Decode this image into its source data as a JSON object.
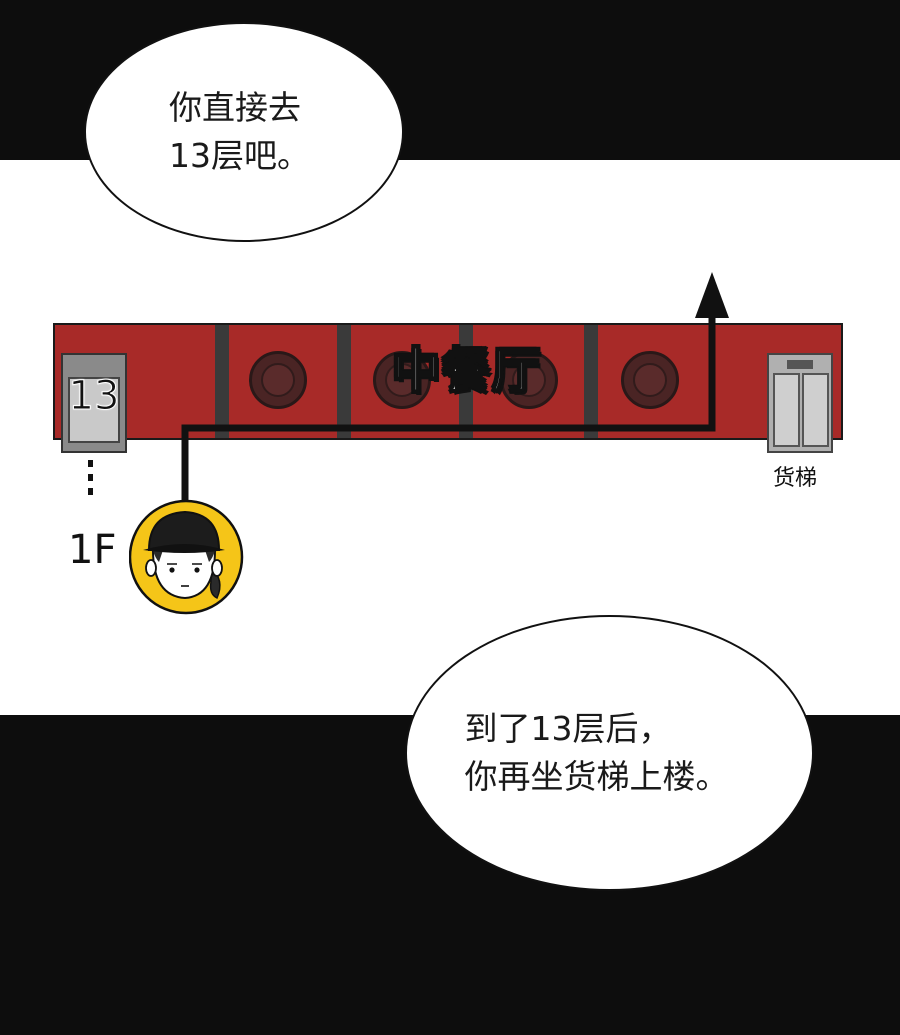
{
  "bubble_top": {
    "lines": [
      "你直接去",
      "13层吧。"
    ]
  },
  "bubble_bottom": {
    "lines": [
      "到了13层后，",
      "你再坐货梯上楼。"
    ]
  },
  "map": {
    "room_title": "中餐厅",
    "left_elevator_floor": "13",
    "cargo_elevator_label": "货梯",
    "start_floor_label": "1F"
  },
  "colors": {
    "floor_red": "#a82a28",
    "avatar_yellow": "#f5c518",
    "background_black": "#0d0d0d",
    "band_white": "#ffffff"
  },
  "icons": [
    "woman-cap-avatar-icon",
    "up-arrow-icon",
    "elevator-icon",
    "cargo-elevator-icon",
    "round-table-icon"
  ]
}
